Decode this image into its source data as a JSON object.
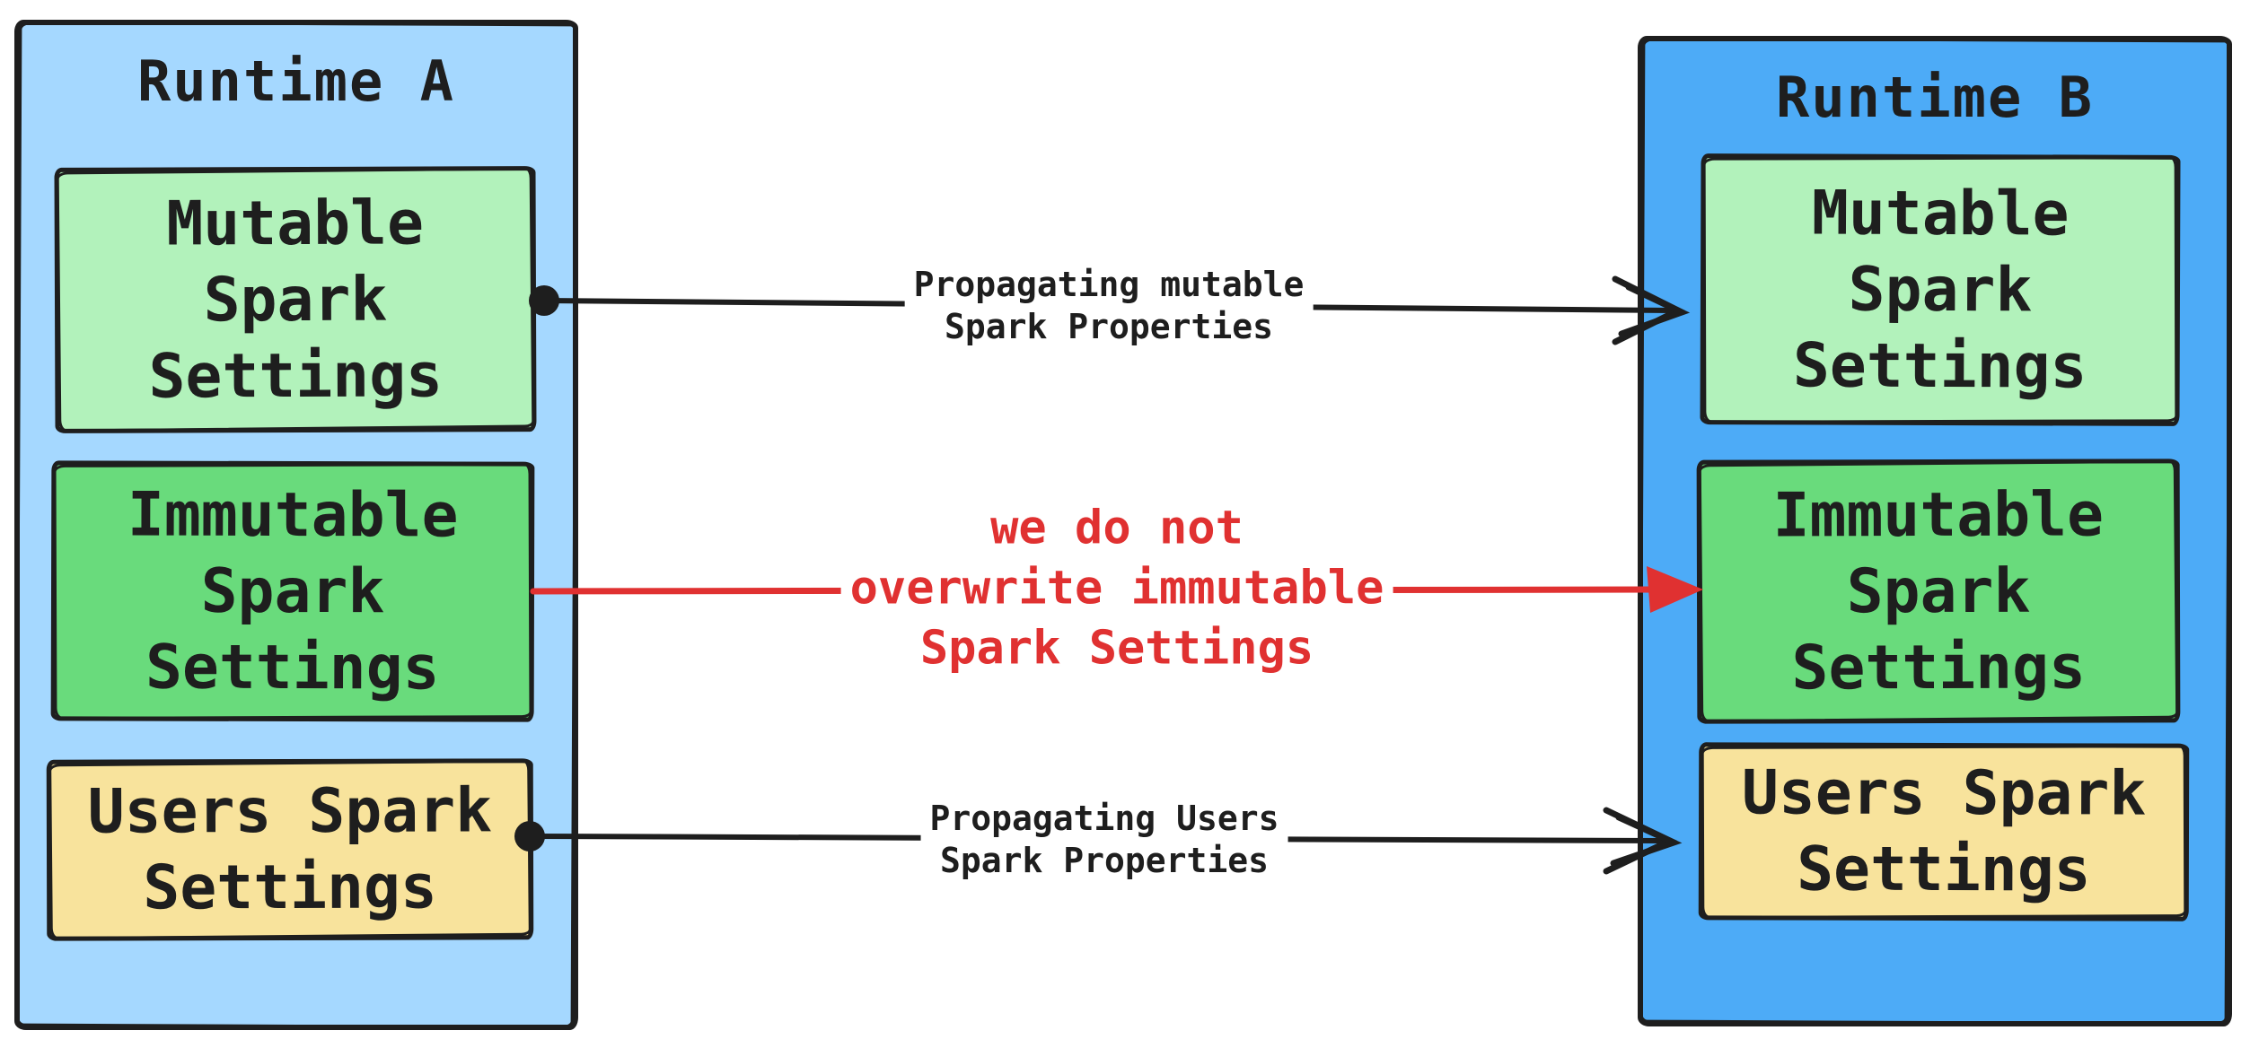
{
  "diagram": {
    "runtime_a": {
      "title": "Runtime A",
      "boxes": [
        {
          "name": "mutable-spark-settings",
          "lines": [
            "Mutable",
            "Spark",
            "Settings"
          ]
        },
        {
          "name": "immutable-spark-settings",
          "lines": [
            "Immutable",
            "Spark",
            "Settings"
          ]
        },
        {
          "name": "users-spark-settings",
          "lines": [
            "Users Spark",
            "Settings"
          ]
        }
      ]
    },
    "runtime_b": {
      "title": "Runtime B",
      "boxes": [
        {
          "name": "mutable-spark-settings",
          "lines": [
            "Mutable",
            "Spark",
            "Settings"
          ]
        },
        {
          "name": "immutable-spark-settings",
          "lines": [
            "Immutable",
            "Spark",
            "Settings"
          ]
        },
        {
          "name": "users-spark-settings",
          "lines": [
            "Users Spark",
            "Settings"
          ]
        }
      ]
    },
    "arrows": [
      {
        "from": "runtime-a-mutable-spark-settings",
        "to": "runtime-b-mutable-spark-settings",
        "style": "black-line-dot-to-chevron",
        "label_lines": [
          "Propagating mutable",
          "Spark Properties"
        ]
      },
      {
        "from": "runtime-a-immutable-spark-settings",
        "to": "runtime-b-immutable-spark-settings",
        "style": "red-line-to-filled-triangle",
        "label_lines": [
          "we do not",
          "overwrite immutable",
          "Spark Settings"
        ]
      },
      {
        "from": "runtime-a-users-spark-settings",
        "to": "runtime-b-users-spark-settings",
        "style": "black-line-dot-to-chevron",
        "label_lines": [
          "Propagating Users",
          "Spark Properties"
        ]
      }
    ],
    "colors": {
      "runtime_a_bg": "#a5d8ff",
      "runtime_b_bg": "#4dabf7",
      "mutable_bg": "#b2f2bb",
      "immutable_bg": "#69db7c",
      "users_bg": "#f8e39c",
      "stroke": "#1e1e1e",
      "arrow_red": "#e03131",
      "canvas_bg": "#ffffff"
    }
  }
}
